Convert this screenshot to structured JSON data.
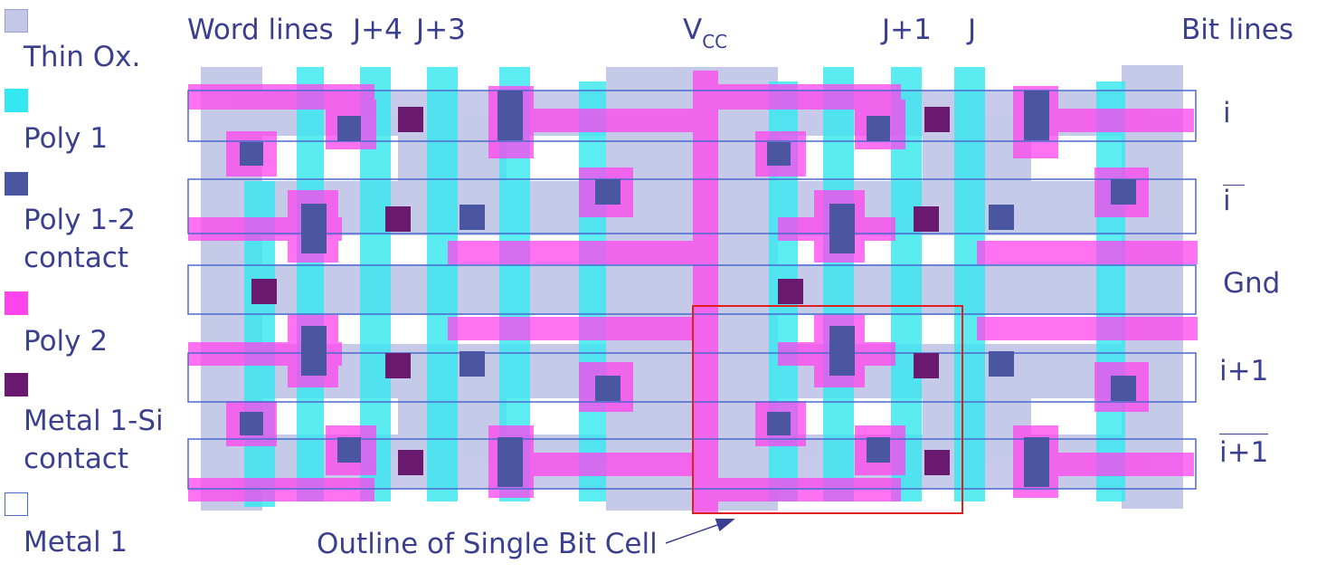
{
  "legend": {
    "items": [
      {
        "label": "Thin Ox.",
        "color": "#c4c8e8",
        "kind": "fill"
      },
      {
        "label": "Poly 1",
        "color": "#33e8f0",
        "kind": "fill"
      },
      {
        "label": "Poly 1-2 contact",
        "line1": "Poly 1-2",
        "line2": "contact",
        "color": "#4a57a0",
        "kind": "fill"
      },
      {
        "label": "Poly 2",
        "color": "#ff44ee",
        "kind": "fill"
      },
      {
        "label": "Metal 1-Si contact",
        "line1": "Metal 1-Si",
        "line2": "contact",
        "color": "#6a1a6e",
        "kind": "fill"
      },
      {
        "label": "Metal 1",
        "color": "#4a6ad0",
        "kind": "outline"
      }
    ]
  },
  "top_labels": {
    "word_lines": "Word lines",
    "j4": "J+4",
    "j3": "J+3",
    "vcc_main": "V",
    "vcc_sub": "CC",
    "j1": "J+1",
    "j": "J",
    "bit_lines": "Bit lines"
  },
  "right_labels": {
    "i": "i",
    "i_bar": "i",
    "gnd": "Gnd",
    "i1": "i+1",
    "i1_bar": "i+1"
  },
  "annotation": {
    "text": "Outline of Single Bit Cell"
  },
  "colors": {
    "thin_ox": "#c4c8e8",
    "poly1": "#33e8f0",
    "poly12_contact": "#4a57a0",
    "poly2": "#ff44ee",
    "metal_si_contact": "#6a1a6e",
    "metal1": "#4a6ad0",
    "cell_outline": "#e02020",
    "text": "#3a3f8f"
  }
}
